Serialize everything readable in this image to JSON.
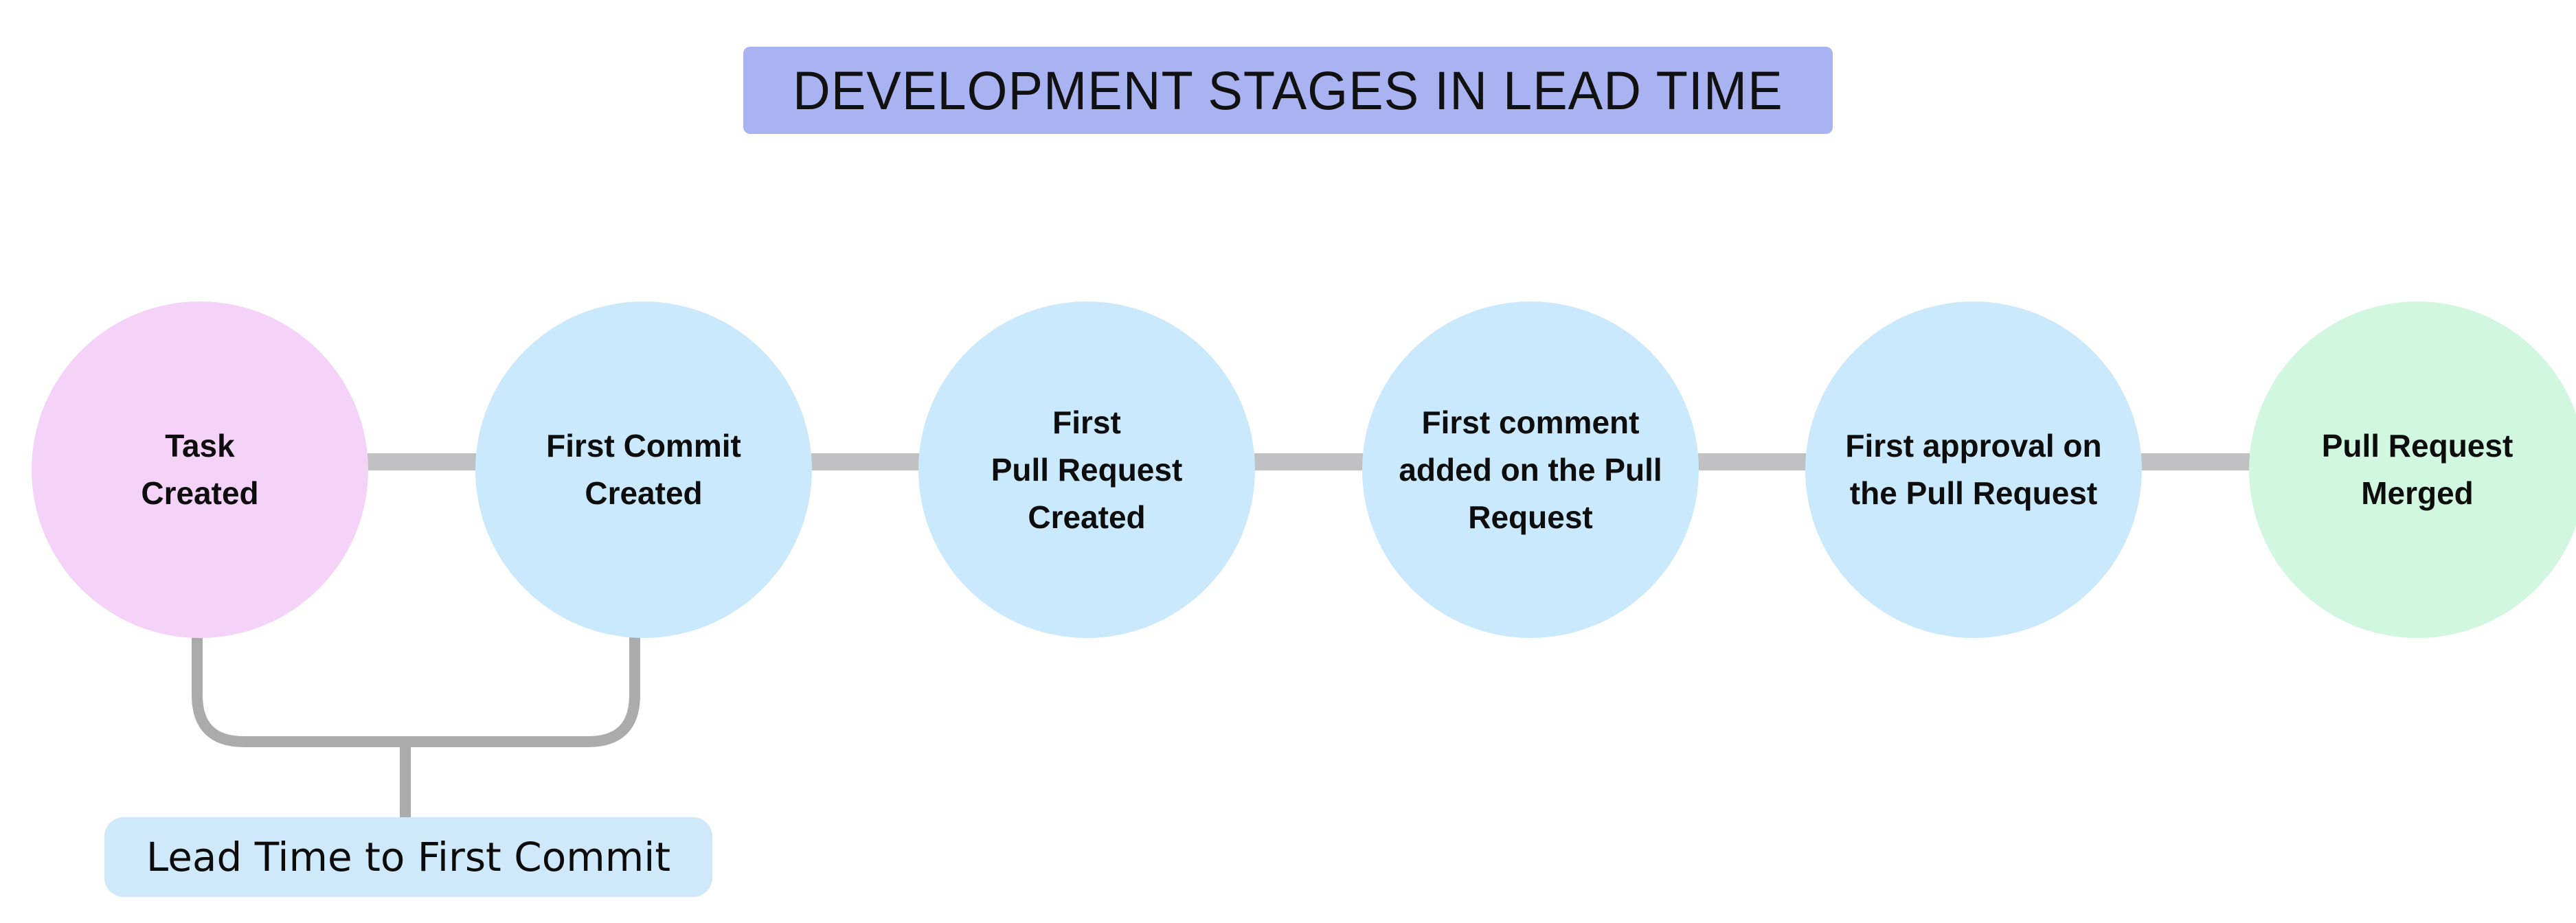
{
  "title": {
    "text": "DEVELOPMENT STAGES IN LEAD TIME",
    "bg_color": "#a9b3f2"
  },
  "flow": {
    "connector_color": "#c1c1c3",
    "stages": [
      {
        "label": "Task\nCreated",
        "color": "#f5d3f9",
        "role": "start"
      },
      {
        "label": "First Commit\nCreated",
        "color": "#cbe9fc",
        "role": "middle"
      },
      {
        "label": "First\nPull Request\nCreated",
        "color": "#cbe9fc",
        "role": "middle"
      },
      {
        "label": "First comment\nadded on the Pull\nRequest",
        "color": "#cbe9fc",
        "role": "middle"
      },
      {
        "label": "First approval on\nthe Pull Request",
        "color": "#cbe9fc",
        "role": "middle"
      },
      {
        "label": "Pull Request\nMerged",
        "color": "#d1f7e0",
        "role": "end"
      }
    ]
  },
  "annotation": {
    "label": "Lead Time to First Commit",
    "label_bg_color": "#cfe8fa",
    "bracket_color": "#ababab"
  }
}
